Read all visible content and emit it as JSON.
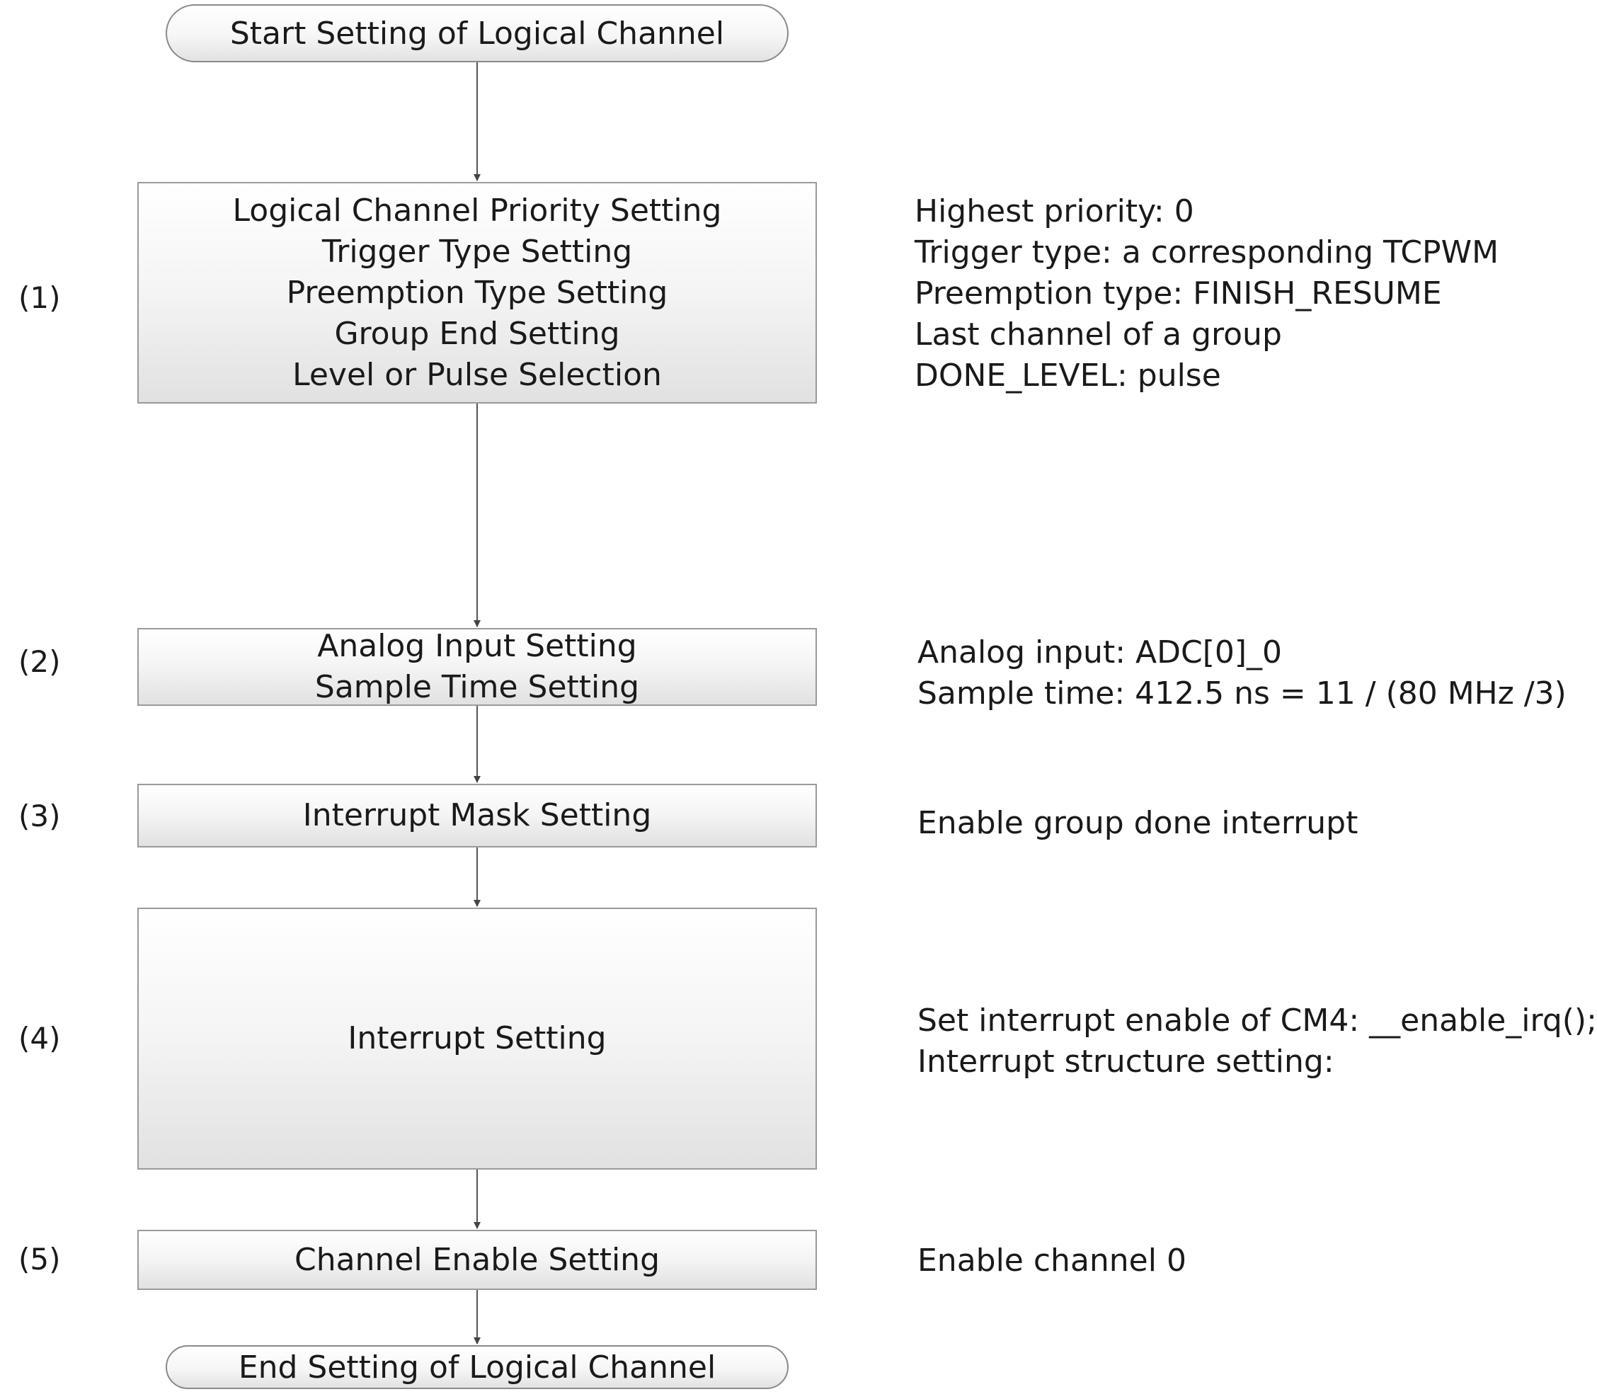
{
  "flow": {
    "start": "Start Setting of Logical Channel",
    "end": "End Setting of Logical Channel",
    "steps": [
      {
        "label": "(1)",
        "box_lines": [
          "Logical Channel Priority Setting",
          "Trigger Type Setting",
          "Preemption Type Setting",
          "Group End Setting",
          "Level or Pulse Selection"
        ],
        "notes": [
          "Highest priority: 0",
          "Trigger type: a corresponding TCPWM",
          "Preemption type: FINISH_RESUME",
          "Last channel of a group",
          "DONE_LEVEL: pulse"
        ]
      },
      {
        "label": "(2)",
        "box_lines": [
          "Analog Input Setting",
          "Sample Time Setting"
        ],
        "notes": [
          "Analog input: ADC[0]_0",
          "Sample time: 412.5 ns = 11 / (80 MHz /3)"
        ]
      },
      {
        "label": "(3)",
        "box_lines": [
          "Interrupt Mask Setting"
        ],
        "notes": [
          "Enable group done interrupt"
        ]
      },
      {
        "label": "(4)",
        "box_lines": [
          "Interrupt Setting"
        ],
        "notes": [
          "Set interrupt enable of CM4: __enable_irq();",
          "Interrupt structure setting:"
        ]
      },
      {
        "label": "(5)",
        "box_lines": [
          "Channel Enable Setting"
        ],
        "notes": [
          "Enable channel 0"
        ]
      }
    ]
  }
}
